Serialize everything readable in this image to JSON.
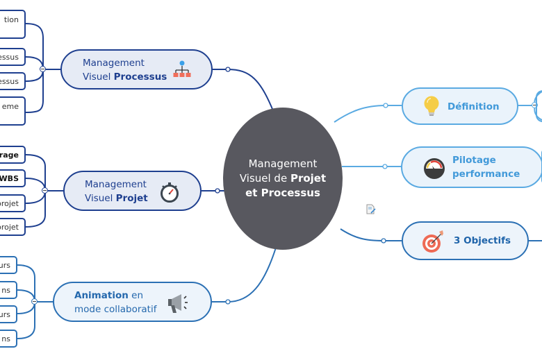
{
  "central_topic": {
    "line1": "Management",
    "line2_regular": "Visuel de ",
    "line2_bold": "Projet",
    "line3_bold": "et Processus"
  },
  "left_branches": [
    {
      "id": "processus",
      "line1": "Management",
      "line2_regular": "Visuel ",
      "line2_bold": "Processus",
      "icon": "org-chart-icon",
      "leaves": [
        "tion",
        "essus",
        "essus",
        "eme"
      ]
    },
    {
      "id": "projet",
      "line1": "Management",
      "line2_regular": "Visuel ",
      "line2_bold": "Projet",
      "icon": "stopwatch-icon",
      "leaves": [
        "drage",
        "WBS",
        "projet",
        "projet"
      ]
    },
    {
      "id": "animation",
      "line1_bold": "Animation",
      "line1_regular": " en",
      "line2_regular": "mode collaboratif",
      "icon": "megaphone-icon",
      "leaves": [
        "urs",
        "ns",
        "urs",
        "ns"
      ]
    }
  ],
  "right_branches": [
    {
      "id": "definition",
      "label": "Définition",
      "icon": "lightbulb-icon"
    },
    {
      "id": "pilotage",
      "line1": "Pilotage",
      "line2": "performance",
      "icon": "gauge-icon"
    },
    {
      "id": "objectifs",
      "label": "3 Objectifs",
      "icon": "target-icon"
    }
  ],
  "colors": {
    "central_bg": "#58585f",
    "dark_blue": "#1e3f8f",
    "mid_blue": "#2b70b4",
    "light_blue": "#5aaae2"
  }
}
